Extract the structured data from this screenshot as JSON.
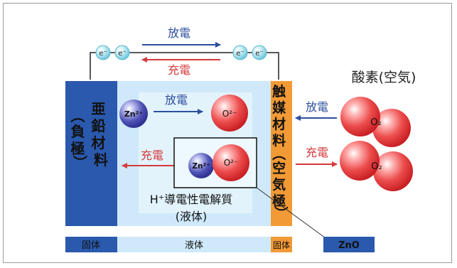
{
  "discharge": "放電",
  "charge": "充電",
  "electron": "e⁻",
  "anode_vertical_1": "亜鉛材料",
  "anode_vertical_2": "（負極）",
  "cathode_vertical": "触媒材料（空気極）",
  "oxygen_air": "酸素(空気)",
  "zn_ion": "Zn²⁺",
  "o_ion": "O²⁻",
  "o2": "O₂",
  "electrolyte_line1": "H⁺導電性電解質",
  "electrolyte_line2": "(液体)",
  "bar_solid_left": "固体",
  "bar_liquid": "液体",
  "bar_solid_right": "固体",
  "zno": "ZnO",
  "colors": {
    "anode": "#2a59ad",
    "cathode": "#f29a36",
    "electrolyte": "#cfe9fa",
    "discharge_arrow": "#2c4f9e",
    "charge_arrow": "#d63a3a",
    "zn_sphere": "#4a4fb0",
    "o_sphere": "#e64848",
    "electron_sphere": "#8fd4e6"
  }
}
